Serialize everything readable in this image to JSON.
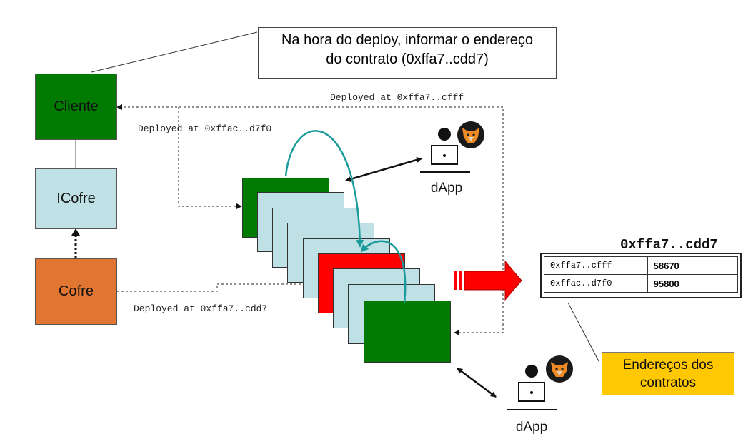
{
  "note": {
    "line1": "Na hora do deploy, informar o endereço",
    "line2": "do contrato (0xffa7..cdd7)"
  },
  "boxes": {
    "cliente": "Cliente",
    "icofre": "ICofre",
    "cofre": "Cofre"
  },
  "deploy_labels": {
    "top_right": "Deployed at 0xffa7..cfff",
    "top_left": "Deployed at 0xffac..d7f0",
    "bottom": "Deployed at 0xffa7..cdd7"
  },
  "dapp": {
    "top_label": "dApp",
    "bottom_label": "dApp"
  },
  "address_table": {
    "title": "0xffa7..cdd7",
    "rows": [
      {
        "address": "0xffa7..cfff",
        "value": "58670"
      },
      {
        "address": "0xffac..d7f0",
        "value": "95800"
      }
    ]
  },
  "callout": {
    "line1": "Endereços dos",
    "line2": "contratos"
  },
  "colors": {
    "green": "#007a00",
    "light_blue": "#bfe1e6",
    "orange": "#e07632",
    "red": "#ff0000",
    "teal": "#1a9a9a",
    "yellow": "#ffc800"
  }
}
